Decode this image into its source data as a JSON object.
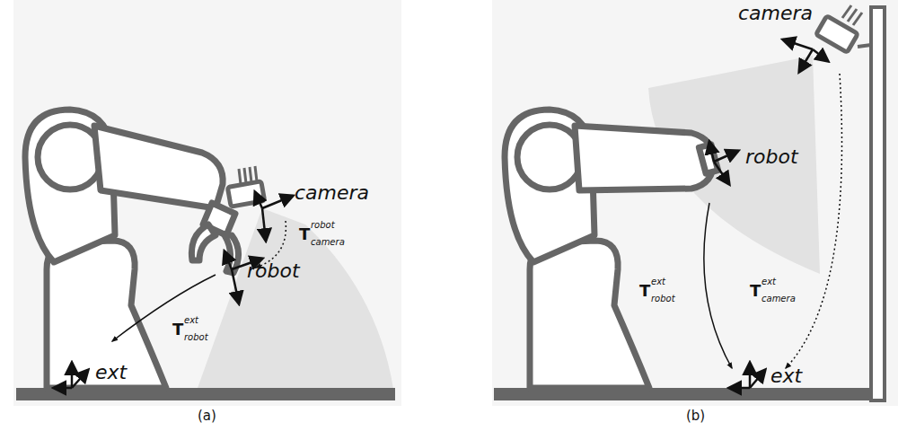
{
  "diagram": {
    "labels": [
      "camera",
      "robot",
      "ext",
      "T",
      "robot",
      "camera",
      "T",
      "ext",
      "robot",
      "(a)",
      "camera",
      "robot",
      "ext",
      "T",
      "ext",
      "robot",
      "T",
      "ext",
      "camera",
      "(b)"
    ]
  }
}
